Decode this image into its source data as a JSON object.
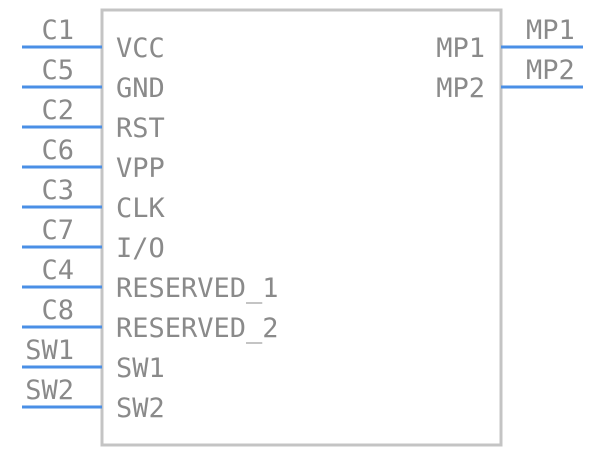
{
  "component": {
    "left_pins": [
      {
        "number": "C1",
        "name": "VCC"
      },
      {
        "number": "C5",
        "name": "GND"
      },
      {
        "number": "C2",
        "name": "RST"
      },
      {
        "number": "C6",
        "name": "VPP"
      },
      {
        "number": "C3",
        "name": "CLK"
      },
      {
        "number": "C7",
        "name": "I/O"
      },
      {
        "number": "C4",
        "name": "RESERVED_1"
      },
      {
        "number": "C8",
        "name": "RESERVED_2"
      },
      {
        "number": "SW1",
        "name": "SW1"
      },
      {
        "number": "SW2",
        "name": "SW2"
      }
    ],
    "right_pins": [
      {
        "number": "MP1",
        "name": "MP1"
      },
      {
        "number": "MP2",
        "name": "MP2"
      }
    ]
  },
  "colors": {
    "pin_line": "#4a8fe6",
    "body_outline": "#c4c4c4",
    "text": "#8a8a8a"
  }
}
